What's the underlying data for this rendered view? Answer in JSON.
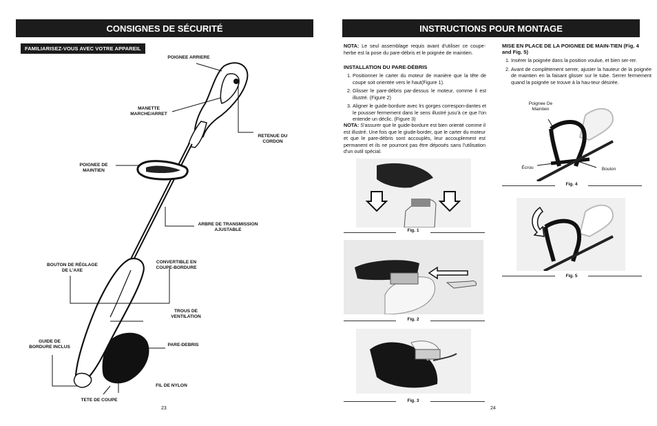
{
  "left": {
    "banner": "CONSIGNES DE SÉCURITÉ",
    "subbanner": "FAMILIARISEZ-VOUS AVEC VOTRE APPAREIL",
    "labels": {
      "poignee_arriere": "POIGNEE ARRIERE",
      "manette": "MANETTE\nMARCHE/ARRET",
      "retenue": "RETENUE DU\nCORDON",
      "poignee_maintien": "POIGNEE DE\nMAINTIEN",
      "arbre": "ARBRE DE TRANSMISSION\nAJUSTABLE",
      "bouton": "BOUTON DE RÉGLAGE\nDE L'AXE",
      "convertible": "CONVERTIBLE EN\nCOUPE-BORDURE",
      "trous": "TROUS DE\nVENTILATION",
      "guide": "GUIDE DE\nBORDURE INCLUS",
      "pare": "PARE-DEBRIS",
      "fil": "FIL DE NYLON",
      "tete": "TETE DE COUPE"
    },
    "page_number": "23"
  },
  "right": {
    "banner": "INSTRUCTIONS POUR MONTAGE",
    "nota1_label": "NOTA:",
    "nota1_text": " Le seul assemblage requis avant d'utiliser ce coupe-herbe est la pose du pare-débris et le poignée de maintien.",
    "install_heading": "INSTALLATION DU PARE-DÉBRIS",
    "install_steps": [
      "Positionner le carter du moteur de manière que la tête de coupe soit orientée vers le haut(Figure 1).",
      "Glisser le pare-débris par-dessus le moteur, comme il est illustré. (Figure 2)",
      "Aligner le guide-bordure avec lrs gorges correspon-dantes et le pousser fermement dans le sens illustré jusu'à ce que l'on entende un déclic. (Figure 3)"
    ],
    "nota2_label": "NOTA:",
    "nota2_text": " S'assurer que le guide-bordure est bien orienté comme il est illustré. Une fois que le giude-border, que le carter du moteur et que le pare-débris sont accouplés, leur accouplement est permanent et ils ne pourront pas être déposés sans l'utilisation d'un outil spécial.",
    "mise_heading": "MISE EN PLACE DE LA POIGNEE DE MAIN-TIEN (Fig. 4 and Fig. 5)",
    "mise_steps": [
      "Insérer la poignée dans la position voulue, et bien ser-rer.",
      "Avant de complètement serrer, ajuster la hauteur de la poignée de maintien en la faisant glisser sur le tube. Serrer fermement quand la poignée se trouve à la hau-teur désirée."
    ],
    "fig1": "Fig. 1",
    "fig2": "Fig. 2",
    "fig3": "Fig. 3",
    "fig4": "Fig. 4",
    "fig5": "Fig. 5",
    "fig4_labels": {
      "poignee": "Poignee De\nMaintien",
      "ecrou": "Écrou",
      "boulon": "Boulon"
    },
    "page_number": "24"
  }
}
